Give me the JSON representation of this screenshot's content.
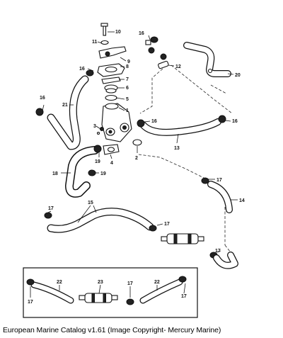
{
  "caption": "European Marine Catalog v1.61 (Image Copyright- Mercury Marine)",
  "callouts": {
    "c1": "1",
    "c2": "2",
    "c3": "3",
    "c4": "4",
    "c5": "5",
    "c6": "6",
    "c7": "7",
    "c8": "8",
    "c9": "9",
    "c10": "10",
    "c11": "11",
    "c12": "12",
    "c13": "13",
    "c14": "14",
    "c15": "15",
    "c16": "16",
    "c17": "17",
    "c18": "18",
    "c19": "19",
    "c20": "20",
    "c21": "21",
    "c22": "22",
    "c23": "23"
  }
}
